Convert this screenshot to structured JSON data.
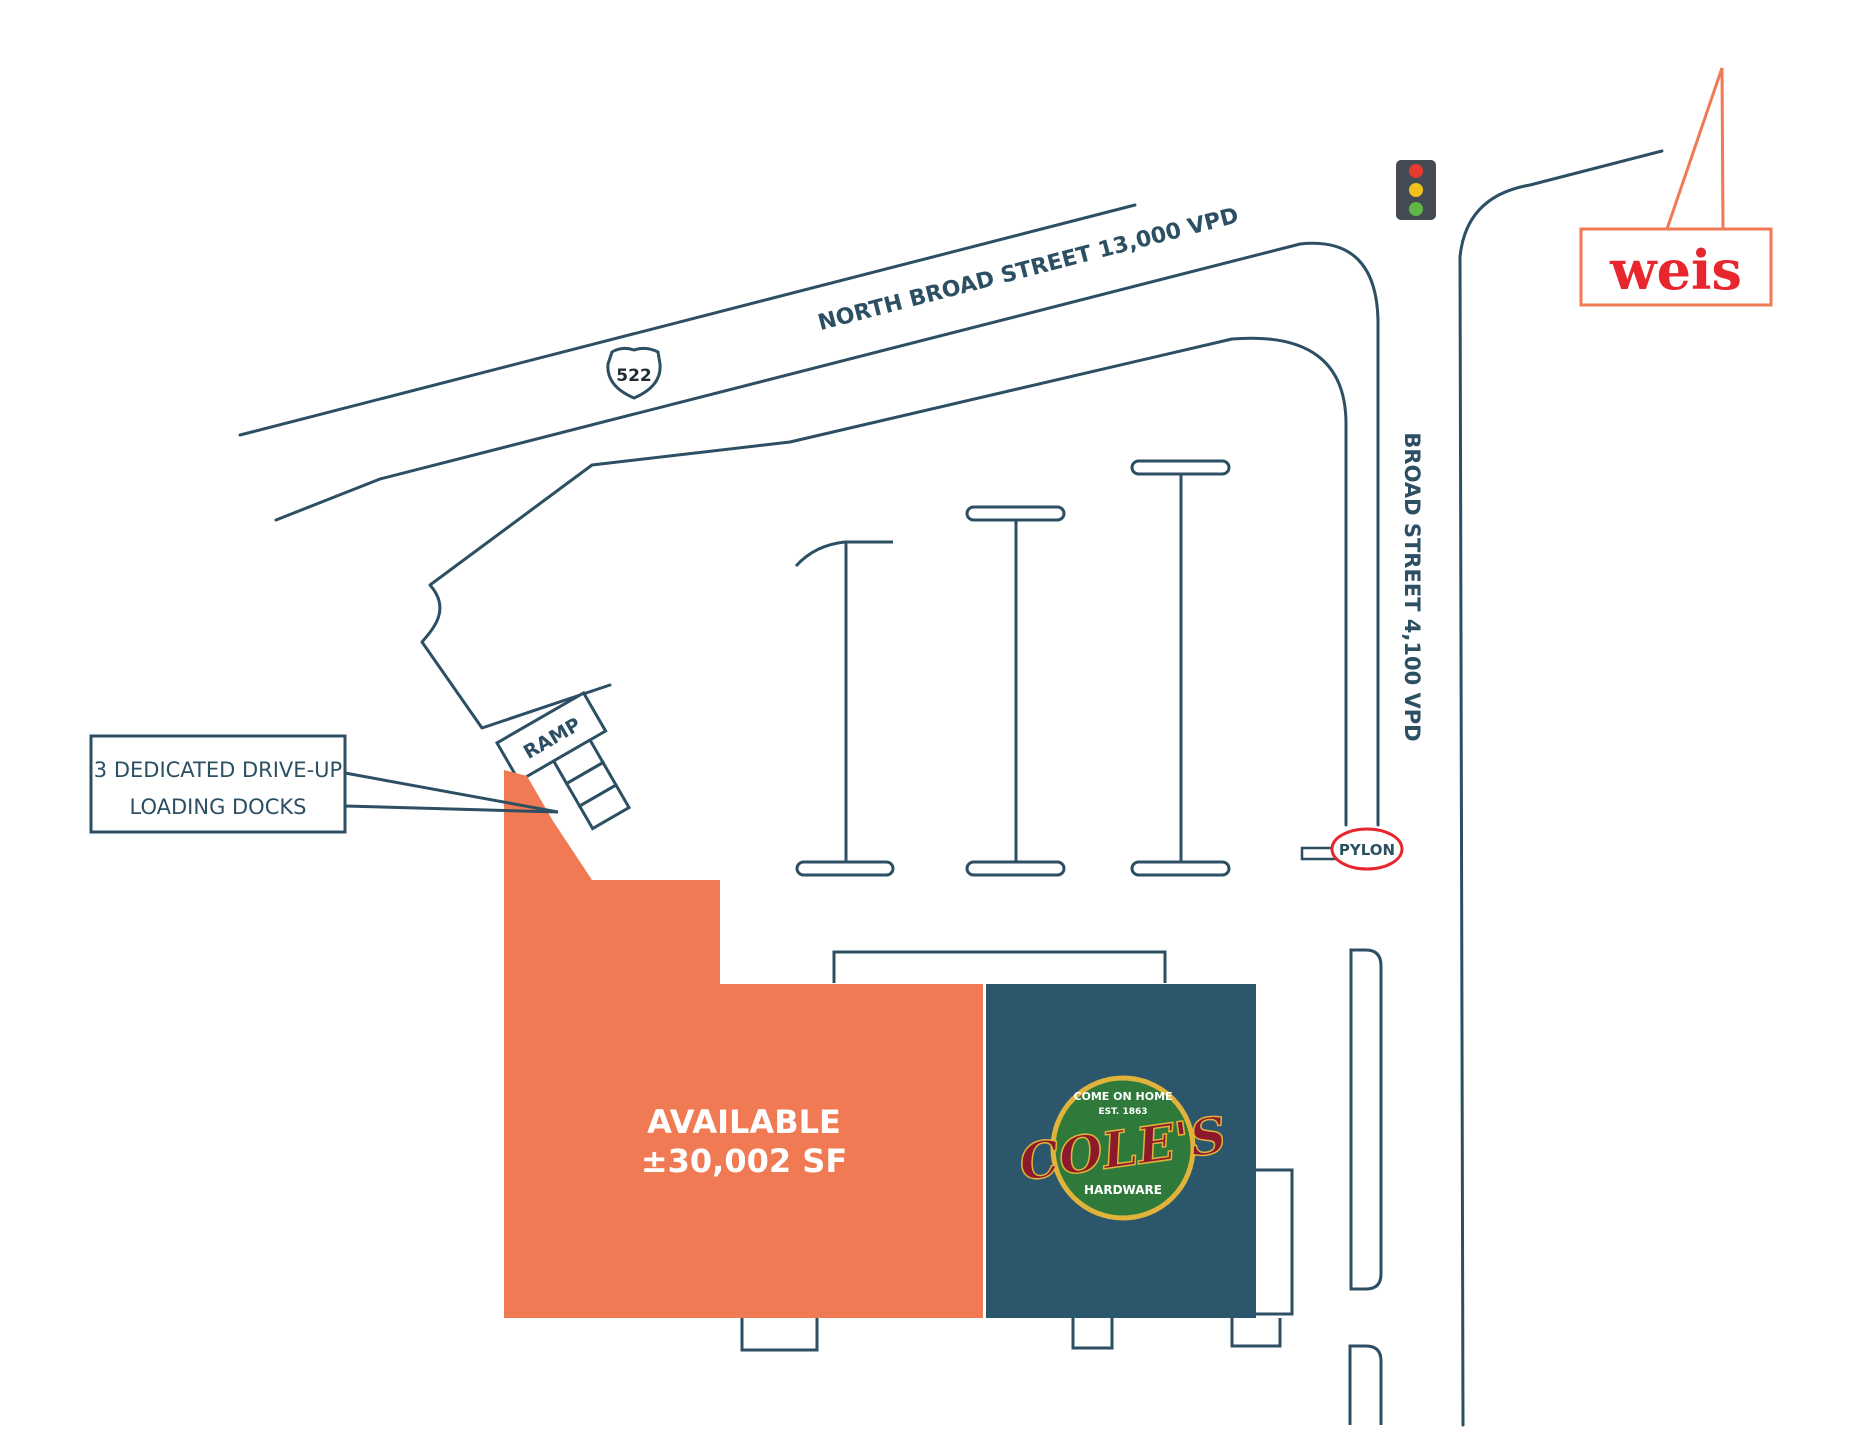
{
  "roads": {
    "north_broad": "NORTH BROAD STREET 13,000 VPD",
    "broad": "BROAD STREET 4,100 VPD",
    "route_shield": "522"
  },
  "callouts": {
    "loading_line1": "3 DEDICATED DRIVE-UP",
    "loading_line2": "LOADING DOCKS",
    "ramp": "RAMP",
    "pylon": "PYLON"
  },
  "suites": {
    "available_line1": "AVAILABLE",
    "available_line2": "±30,002 SF"
  },
  "logos": {
    "weis": "weis",
    "coles_top": "COME ON HOME",
    "coles_est": "EST. 1863",
    "coles_main": "COLE'S",
    "coles_bottom": "HARDWARE"
  },
  "icons": [
    "traffic-light-icon",
    "route-shield-icon"
  ],
  "colors": {
    "line": "#2c4f63",
    "available": "#f07a53",
    "tenant": "#2c566b",
    "weis_red": "#e8262d",
    "weis_border": "#f07a53",
    "coles_red": "#8c1a2a",
    "coles_green": "#2f7a3a",
    "coles_gold": "#e2b33a"
  }
}
